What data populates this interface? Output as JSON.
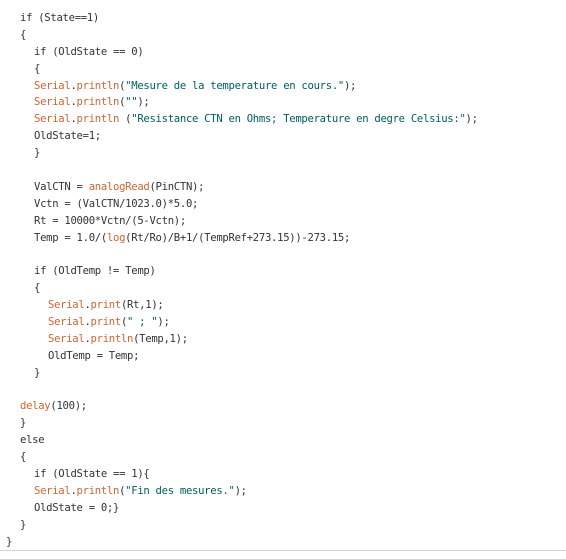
{
  "theme": {
    "background": "#ffffff",
    "text": "#333333",
    "function_color": "#cc6633",
    "string_color": "#005c5f"
  },
  "code": {
    "lines": [
      {
        "indent": 20,
        "tokens": [
          {
            "t": "if (State==1)",
            "c": "kw"
          }
        ]
      },
      {
        "indent": 20,
        "tokens": [
          {
            "t": "{",
            "c": "kw"
          }
        ]
      },
      {
        "indent": 34,
        "tokens": [
          {
            "t": "if (OldState == 0)",
            "c": "kw"
          }
        ]
      },
      {
        "indent": 34,
        "tokens": [
          {
            "t": "{",
            "c": "kw"
          }
        ]
      },
      {
        "indent": 34,
        "tokens": [
          {
            "t": "Serial",
            "c": "fn"
          },
          {
            "t": ".",
            "c": "kw"
          },
          {
            "t": "println",
            "c": "fn"
          },
          {
            "t": "(",
            "c": "kw"
          },
          {
            "t": "\"Mesure de la temperature en cours.\"",
            "c": "str"
          },
          {
            "t": ");",
            "c": "kw"
          }
        ]
      },
      {
        "indent": 34,
        "tokens": [
          {
            "t": "Serial",
            "c": "fn"
          },
          {
            "t": ".",
            "c": "kw"
          },
          {
            "t": "println",
            "c": "fn"
          },
          {
            "t": "(",
            "c": "kw"
          },
          {
            "t": "\"\"",
            "c": "str"
          },
          {
            "t": ");",
            "c": "kw"
          }
        ]
      },
      {
        "indent": 34,
        "tokens": [
          {
            "t": "Serial",
            "c": "fn"
          },
          {
            "t": ".",
            "c": "kw"
          },
          {
            "t": "println",
            "c": "fn"
          },
          {
            "t": " (",
            "c": "kw"
          },
          {
            "t": "\"Resistance CTN en Ohms; Temperature en degre Celsius:\"",
            "c": "str"
          },
          {
            "t": ");",
            "c": "kw"
          }
        ]
      },
      {
        "indent": 34,
        "tokens": [
          {
            "t": "OldState=1;",
            "c": "kw"
          }
        ]
      },
      {
        "indent": 34,
        "tokens": [
          {
            "t": "}",
            "c": "kw"
          }
        ]
      },
      {
        "indent": 34,
        "tokens": [
          {
            "t": "",
            "c": "kw"
          }
        ]
      },
      {
        "indent": 34,
        "tokens": [
          {
            "t": "ValCTN = ",
            "c": "kw"
          },
          {
            "t": "analogRead",
            "c": "fn"
          },
          {
            "t": "(PinCTN);",
            "c": "kw"
          }
        ]
      },
      {
        "indent": 34,
        "tokens": [
          {
            "t": "Vctn = (ValCTN/1023.0)*5.0;",
            "c": "kw"
          }
        ]
      },
      {
        "indent": 34,
        "tokens": [
          {
            "t": "Rt = 10000*Vctn/(5-Vctn);",
            "c": "kw"
          }
        ]
      },
      {
        "indent": 34,
        "tokens": [
          {
            "t": "Temp = 1.0/(",
            "c": "kw"
          },
          {
            "t": "log",
            "c": "fn"
          },
          {
            "t": "(Rt/Ro)/B+1/(TempRef+273.15))-273.15;",
            "c": "kw"
          }
        ]
      },
      {
        "indent": 34,
        "tokens": [
          {
            "t": "",
            "c": "kw"
          }
        ]
      },
      {
        "indent": 34,
        "tokens": [
          {
            "t": "if (OldTemp != Temp)",
            "c": "kw"
          }
        ]
      },
      {
        "indent": 34,
        "tokens": [
          {
            "t": "{",
            "c": "kw"
          }
        ]
      },
      {
        "indent": 48,
        "tokens": [
          {
            "t": "Serial",
            "c": "fn"
          },
          {
            "t": ".",
            "c": "kw"
          },
          {
            "t": "print",
            "c": "fn"
          },
          {
            "t": "(Rt,1);",
            "c": "kw"
          }
        ]
      },
      {
        "indent": 48,
        "tokens": [
          {
            "t": "Serial",
            "c": "fn"
          },
          {
            "t": ".",
            "c": "kw"
          },
          {
            "t": "print",
            "c": "fn"
          },
          {
            "t": "(",
            "c": "kw"
          },
          {
            "t": "\" ; \"",
            "c": "str"
          },
          {
            "t": ");",
            "c": "kw"
          }
        ]
      },
      {
        "indent": 48,
        "tokens": [
          {
            "t": "Serial",
            "c": "fn"
          },
          {
            "t": ".",
            "c": "kw"
          },
          {
            "t": "println",
            "c": "fn"
          },
          {
            "t": "(Temp,1);",
            "c": "kw"
          }
        ]
      },
      {
        "indent": 48,
        "tokens": [
          {
            "t": "OldTemp = Temp;",
            "c": "kw"
          }
        ]
      },
      {
        "indent": 34,
        "tokens": [
          {
            "t": "}",
            "c": "kw"
          }
        ]
      },
      {
        "indent": 34,
        "tokens": [
          {
            "t": "",
            "c": "kw"
          }
        ]
      },
      {
        "indent": 20,
        "tokens": [
          {
            "t": "delay",
            "c": "fn"
          },
          {
            "t": "(100);",
            "c": "kw"
          }
        ]
      },
      {
        "indent": 20,
        "tokens": [
          {
            "t": "}",
            "c": "kw"
          }
        ]
      },
      {
        "indent": 20,
        "tokens": [
          {
            "t": "else",
            "c": "kw"
          }
        ]
      },
      {
        "indent": 20,
        "tokens": [
          {
            "t": "{",
            "c": "kw"
          }
        ]
      },
      {
        "indent": 34,
        "tokens": [
          {
            "t": "if (OldState == 1){",
            "c": "kw"
          }
        ]
      },
      {
        "indent": 34,
        "tokens": [
          {
            "t": "Serial",
            "c": "fn"
          },
          {
            "t": ".",
            "c": "kw"
          },
          {
            "t": "println",
            "c": "fn"
          },
          {
            "t": "(",
            "c": "kw"
          },
          {
            "t": "\"Fin des mesures.\"",
            "c": "str"
          },
          {
            "t": ");",
            "c": "kw"
          }
        ]
      },
      {
        "indent": 34,
        "tokens": [
          {
            "t": "OldState = 0;}",
            "c": "kw"
          }
        ]
      },
      {
        "indent": 20,
        "tokens": [
          {
            "t": "}",
            "c": "kw"
          }
        ]
      },
      {
        "indent": 6,
        "tokens": [
          {
            "t": "}",
            "c": "kw"
          }
        ]
      }
    ]
  }
}
